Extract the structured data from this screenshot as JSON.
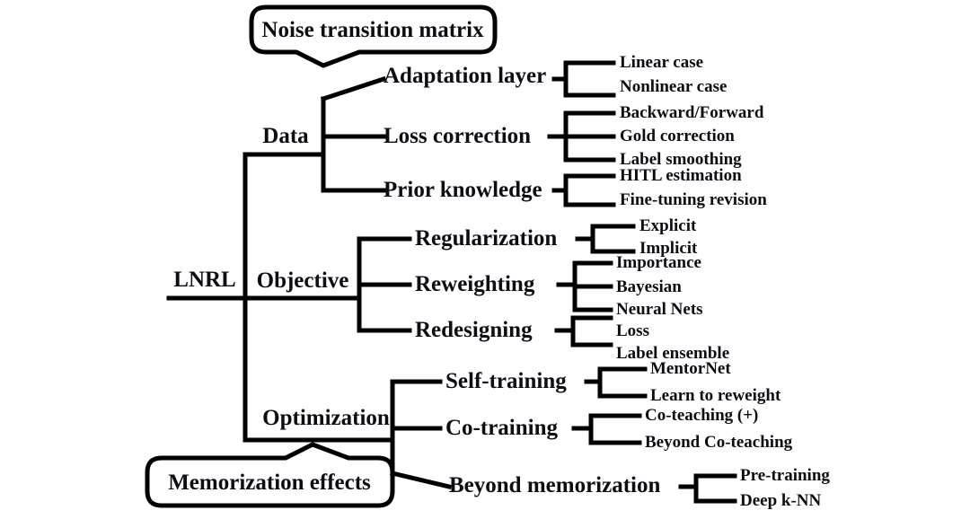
{
  "diagram": {
    "title": "LNRL taxonomy tree",
    "root": {
      "label": "LNRL"
    },
    "callouts": [
      {
        "name": "noise-transition-matrix",
        "label": "Noise transition matrix"
      },
      {
        "name": "memorization-effects",
        "label": "Memorization effects"
      }
    ],
    "branches": [
      {
        "label": "Data",
        "children": [
          {
            "label": "Adaptation layer",
            "leaves": [
              "Linear case",
              "Nonlinear case"
            ]
          },
          {
            "label": "Loss correction",
            "leaves": [
              "Backward/Forward",
              "Gold correction",
              "Label smoothing"
            ]
          },
          {
            "label": "Prior knowledge",
            "leaves": [
              "HITL estimation",
              "Fine-tuning revision"
            ]
          }
        ]
      },
      {
        "label": "Objective",
        "children": [
          {
            "label": "Regularization",
            "leaves": [
              "Explicit",
              "Implicit"
            ]
          },
          {
            "label": "Reweighting",
            "leaves": [
              "Importance",
              "Bayesian",
              "Neural Nets"
            ]
          },
          {
            "label": "Redesigning",
            "leaves": [
              "Loss",
              "Label ensemble"
            ]
          }
        ]
      },
      {
        "label": "Optimization",
        "children": [
          {
            "label": "Self-training",
            "leaves": [
              "MentorNet",
              "Learn to reweight"
            ]
          },
          {
            "label": "Co-training",
            "leaves": [
              "Co-teaching (+)",
              "Beyond Co-teaching"
            ]
          },
          {
            "label": "Beyond memorization",
            "leaves": [
              "Pre-training",
              "Deep k-NN"
            ]
          }
        ]
      }
    ],
    "style": {
      "line_color": "#000000",
      "text_color": "#0d0d14",
      "background": "#ffffff"
    }
  }
}
